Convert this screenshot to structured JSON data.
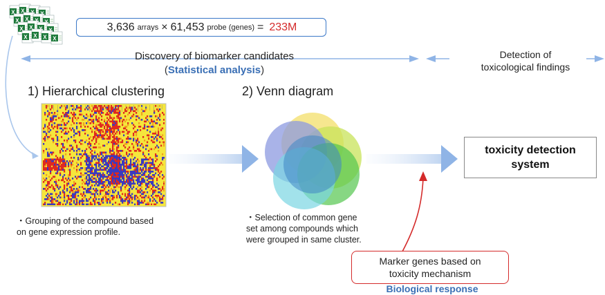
{
  "stats": {
    "arrays_count": "3,636",
    "arrays_label": "arrays",
    "times": "×",
    "probe_count": "61,453",
    "probe_label": "probe (genes)",
    "equals": "=",
    "total": "233M"
  },
  "discovery": {
    "title": "Discovery of biomarker candidates",
    "open_paren": "(",
    "method": "Statistical analysis",
    "close_paren": ")"
  },
  "detection": {
    "line1": "Detection of",
    "line2": "toxicological findings"
  },
  "step1": {
    "title": "1) Hierarchical clustering",
    "caption_line1": "・Grouping of the compound based",
    "caption_line2": "on gene expression profile."
  },
  "step2": {
    "title": "2) Venn diagram",
    "caption_line1": "・Selection of common gene",
    "caption_line2": "set among compounds which",
    "caption_line3": "were grouped in same cluster."
  },
  "toxicity_box": {
    "line1": "toxicity detection",
    "line2": "system"
  },
  "marker_box": {
    "line1": "Marker genes based on",
    "line2": "toxicity mechanism"
  },
  "biological_response": "Biological response",
  "colors": {
    "accent_blue": "#3a78c8",
    "label_blue": "#3a6fb5",
    "highlight_red": "#d42a2a",
    "arrow_blue": "#8fb4e6",
    "heatmap_yellow": "#f2e23a",
    "heatmap_red": "#e02a1e",
    "heatmap_blue": "#3a3ac0"
  }
}
